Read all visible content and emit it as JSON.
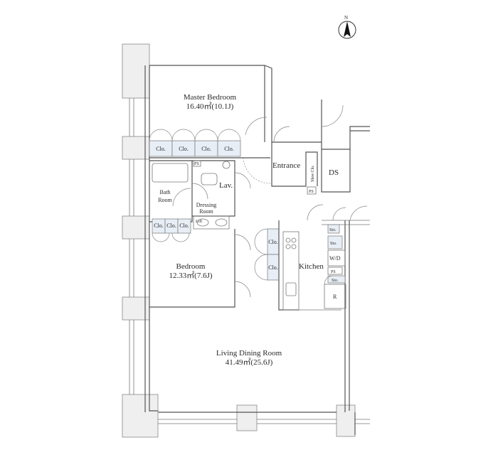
{
  "compass": {
    "north": "N"
  },
  "rooms": {
    "master_bedroom": {
      "name": "Master Bedroom",
      "area": "16.40㎡(10.1J)"
    },
    "bedroom": {
      "name": "Bedroom",
      "area": "12.33㎡(7.6J)"
    },
    "living": {
      "name": "Living Dining Room",
      "area": "41.49㎡(25.6J)"
    },
    "bath": {
      "line1": "Bath",
      "line2": "Room"
    },
    "dressing": {
      "line1": "Dressing",
      "line2": "Room"
    },
    "lav": "Lav.",
    "entrance": "Entrance",
    "kitchen": "Kitchen",
    "ds": "DS"
  },
  "fixtures": {
    "clo": "Clo.",
    "ps": "PS",
    "shoe_clo": "Shoe Clo.",
    "sto": "Sto.",
    "wd": "W/D",
    "r": "R",
    "lift": "Lift"
  },
  "colors": {
    "wall": "#555555",
    "closet_fill": "#e8eef6",
    "column_fill": "#efefef"
  }
}
